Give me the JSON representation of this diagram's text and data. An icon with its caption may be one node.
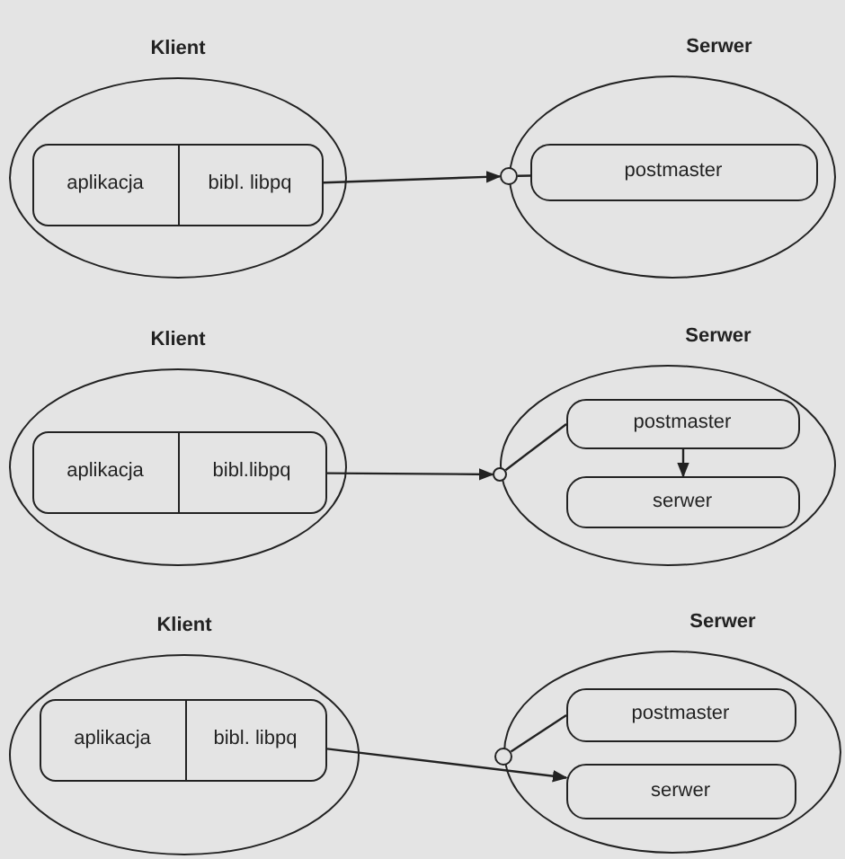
{
  "diagram": {
    "nodes": [
      {
        "text": [
          "Klient"
        ]
      },
      {
        "text": [
          "aplikacja"
        ],
        "in": 0
      },
      {
        "text": [
          "bibl. libpq"
        ],
        "in": 0
      },
      {
        "text": [
          "Serwer"
        ]
      },
      {
        "text": [],
        "shape": "circle"
      },
      {
        "text": [
          "postmaster"
        ],
        "in": 3
      },
      {
        "text": [
          "Klient"
        ]
      },
      {
        "text": [
          "aplikacja"
        ],
        "in": 6
      },
      {
        "text": [
          "bibl.libpq"
        ],
        "in": 6
      },
      {
        "text": [
          "Serwer"
        ]
      },
      {
        "text": [],
        "shape": "circle"
      },
      {
        "text": [
          "postmaster"
        ],
        "in": 9
      },
      {
        "text": [
          "serwer"
        ],
        "in": 9
      },
      {
        "text": [
          "Klient"
        ]
      },
      {
        "text": [
          "aplikacja"
        ],
        "in": 13
      },
      {
        "text": [
          "bibl. libpq"
        ],
        "in": 13
      },
      {
        "text": [
          "Serwer"
        ]
      },
      {
        "text": [],
        "shape": "circle"
      },
      {
        "text": [
          "postmaster"
        ],
        "in": 16
      },
      {
        "text": [
          "serwer"
        ],
        "in": 16
      }
    ],
    "edges": [
      {
        "from": 2,
        "to": 4,
        "arrow": "to"
      },
      {
        "from": 4,
        "to": 5,
        "arrow": "none"
      },
      {
        "from": 8,
        "to": 10,
        "arrow": "to"
      },
      {
        "from": 10,
        "to": 11,
        "arrow": "none"
      },
      {
        "from": 11,
        "to": 12,
        "arrow": "to"
      },
      {
        "from": 15,
        "to": 19,
        "arrow": "to"
      },
      {
        "from": 17,
        "to": 18,
        "arrow": "none"
      }
    ]
  }
}
